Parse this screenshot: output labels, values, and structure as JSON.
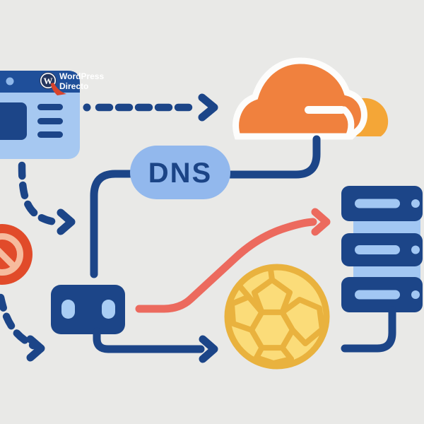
{
  "labels": {
    "dns": "DNS",
    "logo_line1": "WordPress",
    "logo_line2": "Directo",
    "logo_monogram": "W"
  },
  "icons": {
    "wordpress-logo-icon": "navy circle with white W monogram and red swoosh",
    "browser-window-icon": "blue browser card with thumbnail block and three text bars",
    "cloudflare-cloud-icon": "orange cloud overlapping smaller amber cloud with white slot",
    "dns-badge": "light blue stadium pill labelled DNS",
    "power-plug-icon": "dark blue socket block with two light blue slots",
    "football-icon": "golden soccer ball with hexagon pattern",
    "server-stack-icon": "three dark blue server slabs with light blue bars and LEDs",
    "blocked-sign-icon": "red circle with peach prohibition symbol",
    "arrow-icons": "dashed and solid chevron arrows connecting the elements"
  },
  "colors": {
    "bg": "#e9e9e7",
    "dark-blue": "#1c4588",
    "header-blue": "#1f4f9a",
    "light-blue": "#a6c8f1",
    "pill-blue": "#92b8ed",
    "server-light": "#a2c7f3",
    "slot-blue": "#a9cdf4",
    "dot-blue": "#8fb7ea",
    "arrow-red": "#ec6a5e",
    "blocked-red": "#e14b2a",
    "peach": "#f6bb9d",
    "cloud-orange": "#f0813e",
    "cloud-amber": "#f4a637",
    "ball-fill": "#fbdc79",
    "ball-line": "#e9b23e",
    "logo-navy": "#25365e",
    "logo-red": "#d8442d",
    "white": "#fdfdfc",
    "dns-blue": "#1b4486"
  }
}
